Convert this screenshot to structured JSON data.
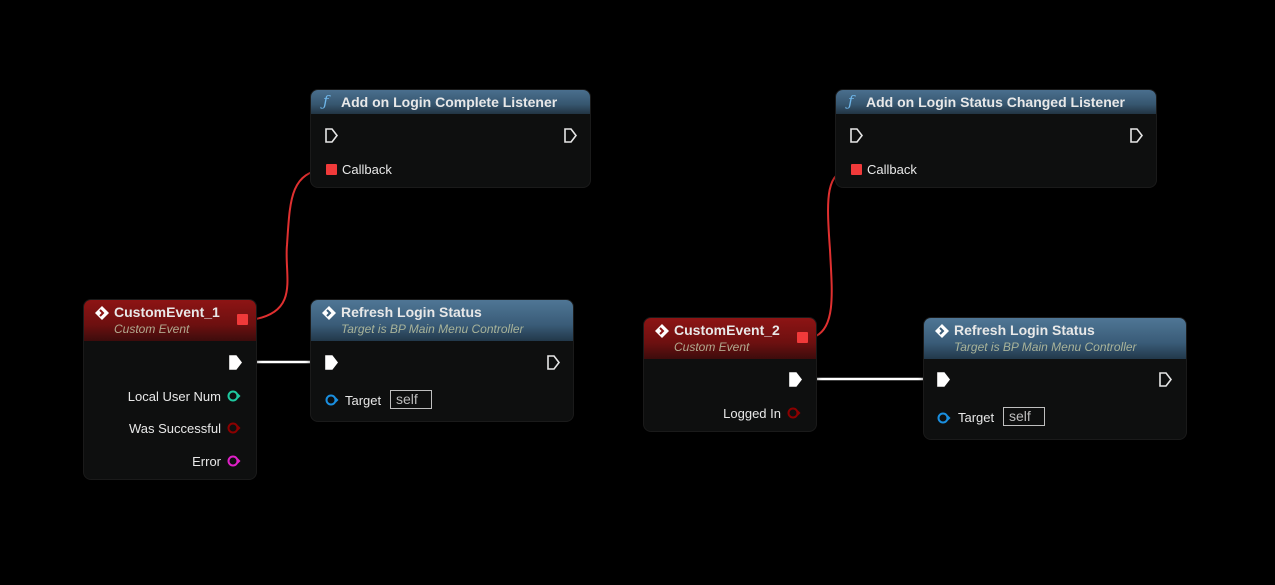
{
  "colors": {
    "event_header": "#8d1414",
    "function_header": "#4a6f8e",
    "delegate_pin": "#f03a3a",
    "integer_pin": "#1fc9a0",
    "bool_pin": "#8c0000",
    "string_pin": "#e020c8",
    "object_pin": "#1a8fe0",
    "exec_wire": "#ffffff"
  },
  "nodes": {
    "add_login_complete": {
      "icon": "function-icon",
      "glyph": "ƒ",
      "title": "Add on Login Complete Listener",
      "pins": {
        "callback": "Callback"
      }
    },
    "custom_event_1": {
      "icon": "event-icon",
      "title": "CustomEvent_1",
      "subtitle": "Custom Event",
      "pins": {
        "local_user_num": "Local User Num",
        "was_successful": "Was Successful",
        "error": "Error"
      }
    },
    "refresh_1": {
      "icon": "call-function-icon",
      "title": "Refresh Login Status",
      "subtitle": "Target is BP Main Menu Controller",
      "pins": {
        "target": "Target",
        "target_value": "self"
      }
    },
    "add_status_changed": {
      "icon": "function-icon",
      "glyph": "ƒ",
      "title": "Add on Login Status Changed Listener",
      "pins": {
        "callback": "Callback"
      }
    },
    "custom_event_2": {
      "icon": "event-icon",
      "title": "CustomEvent_2",
      "subtitle": "Custom Event",
      "pins": {
        "logged_in": "Logged In"
      }
    },
    "refresh_2": {
      "icon": "call-function-icon",
      "title": "Refresh Login Status",
      "subtitle": "Target is BP Main Menu Controller",
      "pins": {
        "target": "Target",
        "target_value": "self"
      }
    }
  }
}
